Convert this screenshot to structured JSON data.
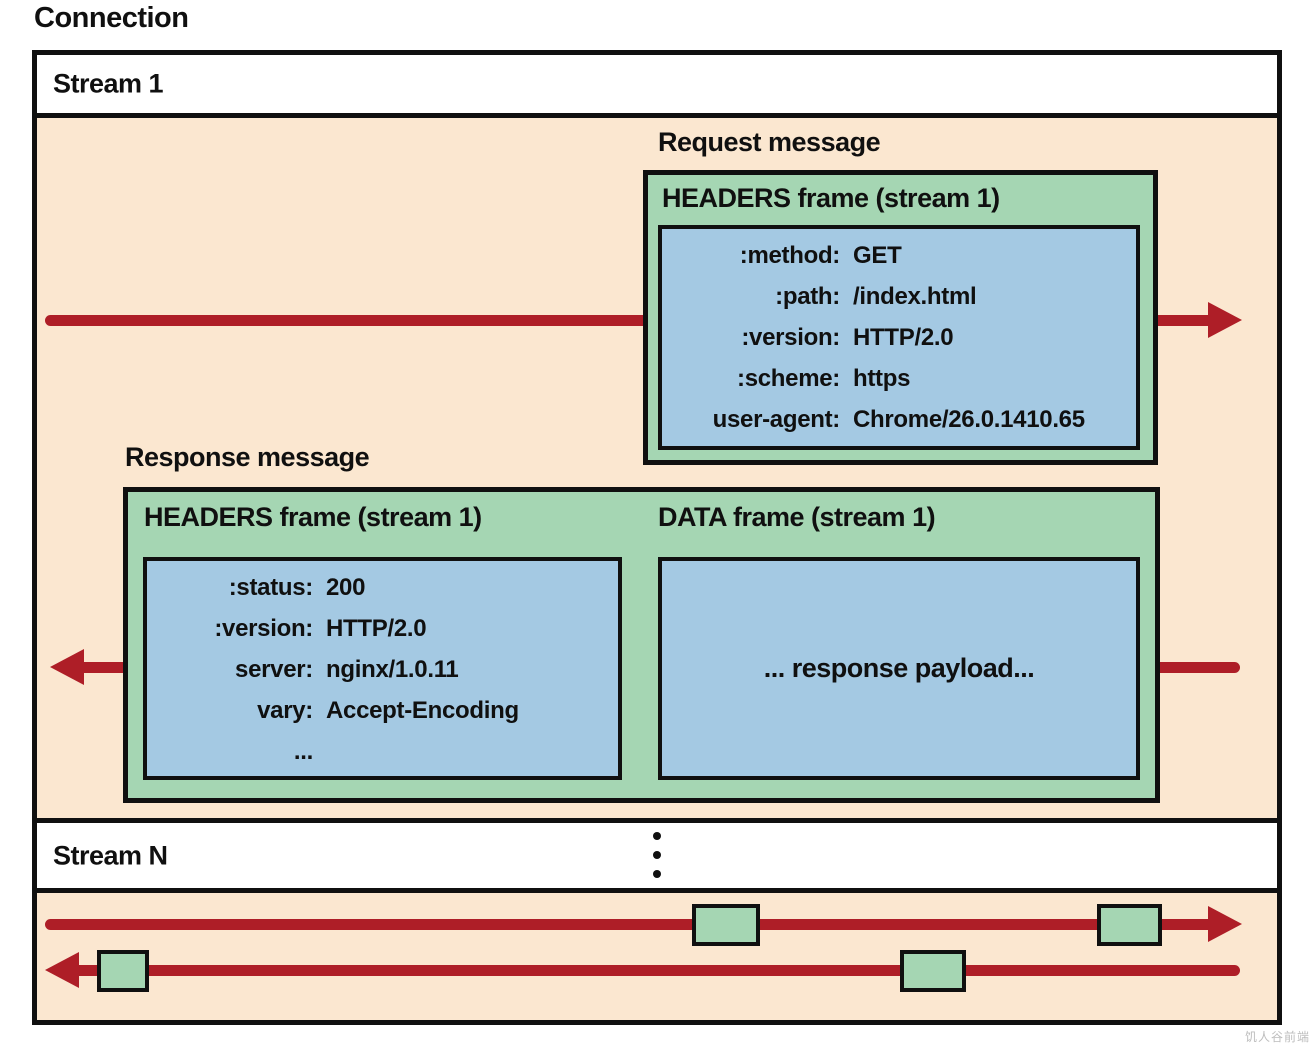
{
  "colors": {
    "peach": "#FBE7D0",
    "green": "#A5D6B3",
    "blue": "#A4C9E3",
    "red": "#AE1E27",
    "black": "#101010"
  },
  "connection_label": "Connection",
  "stream1": {
    "label": "Stream 1"
  },
  "streamN": {
    "label": "Stream N"
  },
  "request": {
    "label": "Request message",
    "frame_title": "HEADERS frame (stream 1)",
    "headers": [
      {
        "key": ":method:",
        "value": "GET"
      },
      {
        "key": ":path:",
        "value": "/index.html"
      },
      {
        "key": ":version:",
        "value": "HTTP/2.0"
      },
      {
        "key": ":scheme:",
        "value": "https"
      },
      {
        "key": "user-agent:",
        "value": "Chrome/26.0.1410.65"
      }
    ]
  },
  "response": {
    "label": "Response message",
    "headers_frame_title": "HEADERS frame (stream 1)",
    "data_frame_title": "DATA frame (stream 1)",
    "headers": [
      {
        "key": ":status:",
        "value": "200"
      },
      {
        "key": ":version:",
        "value": "HTTP/2.0"
      },
      {
        "key": "server:",
        "value": "nginx/1.0.11"
      },
      {
        "key": "vary:",
        "value": "Accept-Encoding"
      },
      {
        "key": "...",
        "value": ""
      }
    ],
    "payload": "... response payload..."
  },
  "watermark": "饥人谷前端"
}
